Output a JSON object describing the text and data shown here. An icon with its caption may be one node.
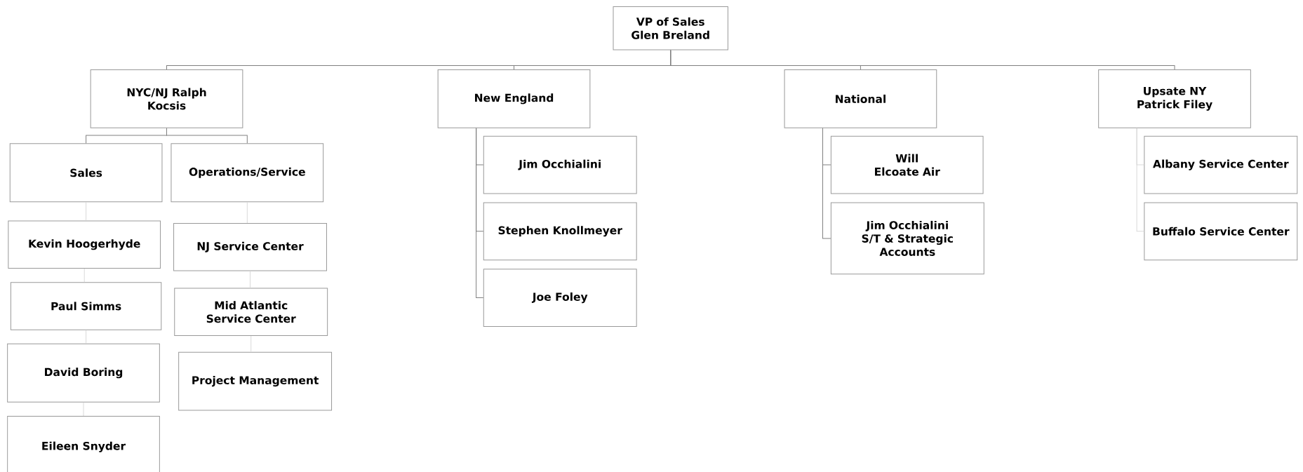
{
  "diagram": {
    "nodes": [
      {
        "text": [
          "VP of Sales Glen Breland"
        ]
      },
      {
        "text": [
          "NYC/NJ Ralph Kocsis"
        ]
      },
      {
        "text": [
          "New England"
        ]
      },
      {
        "text": [
          "National"
        ]
      },
      {
        "text": [
          "Upsate NY Patrick Filey"
        ]
      },
      {
        "text": [
          "Sales"
        ]
      },
      {
        "text": [
          "Operations/Service"
        ]
      },
      {
        "text": [
          "Kevin Hoogerhyde"
        ]
      },
      {
        "text": [
          "Paul Simms"
        ]
      },
      {
        "text": [
          "David Boring"
        ]
      },
      {
        "text": [
          "Eileen Snyder"
        ]
      },
      {
        "text": [
          "NJ Service Center"
        ]
      },
      {
        "text": [
          "Mid Atlantic Service Center"
        ]
      },
      {
        "text": [
          "Project Management"
        ]
      },
      {
        "text": [
          "Jim Occhialini"
        ]
      },
      {
        "text": [
          "Stephen Knollmeyer"
        ]
      },
      {
        "text": [
          "Joe Foley"
        ]
      },
      {
        "text": [
          "Will Elcoate Air"
        ]
      },
      {
        "text": [
          "Jim Occhialini S/T & Strategic Accounts"
        ]
      },
      {
        "text": [
          "Albany Service Center"
        ]
      },
      {
        "text": [
          "Buffalo Service Center"
        ]
      }
    ],
    "edges": [
      {
        "from": 0,
        "to": 1,
        "arrow": "none"
      },
      {
        "from": 0,
        "to": 2,
        "arrow": "none"
      },
      {
        "from": 0,
        "to": 3,
        "arrow": "none"
      },
      {
        "from": 0,
        "to": 4,
        "arrow": "none"
      },
      {
        "from": 1,
        "to": 5,
        "arrow": "none"
      },
      {
        "from": 1,
        "to": 6,
        "arrow": "none"
      },
      {
        "from": 5,
        "to": 7,
        "arrow": "none",
        "color": "#d9d9d9"
      },
      {
        "from": 7,
        "to": 8,
        "arrow": "none",
        "color": "#d9d9d9"
      },
      {
        "from": 8,
        "to": 9,
        "arrow": "none",
        "color": "#d9d9d9"
      },
      {
        "from": 9,
        "to": 10,
        "arrow": "none",
        "color": "#d9d9d9"
      },
      {
        "from": 6,
        "to": 11,
        "arrow": "none",
        "color": "#d9d9d9"
      },
      {
        "from": 11,
        "to": 12,
        "arrow": "none",
        "color": "#d9d9d9"
      },
      {
        "from": 12,
        "to": 13,
        "arrow": "none",
        "color": "#d9d9d9"
      },
      {
        "from": 2,
        "to": 14,
        "arrow": "none"
      },
      {
        "from": 2,
        "to": 15,
        "arrow": "none"
      },
      {
        "from": 2,
        "to": 16,
        "arrow": "none"
      },
      {
        "from": 3,
        "to": 17,
        "arrow": "none"
      },
      {
        "from": 3,
        "to": 18,
        "arrow": "none"
      },
      {
        "from": 4,
        "to": 19,
        "arrow": "none",
        "color": "#d9d9d9"
      },
      {
        "from": 4,
        "to": 20,
        "arrow": "none",
        "color": "#d9d9d9"
      }
    ]
  }
}
